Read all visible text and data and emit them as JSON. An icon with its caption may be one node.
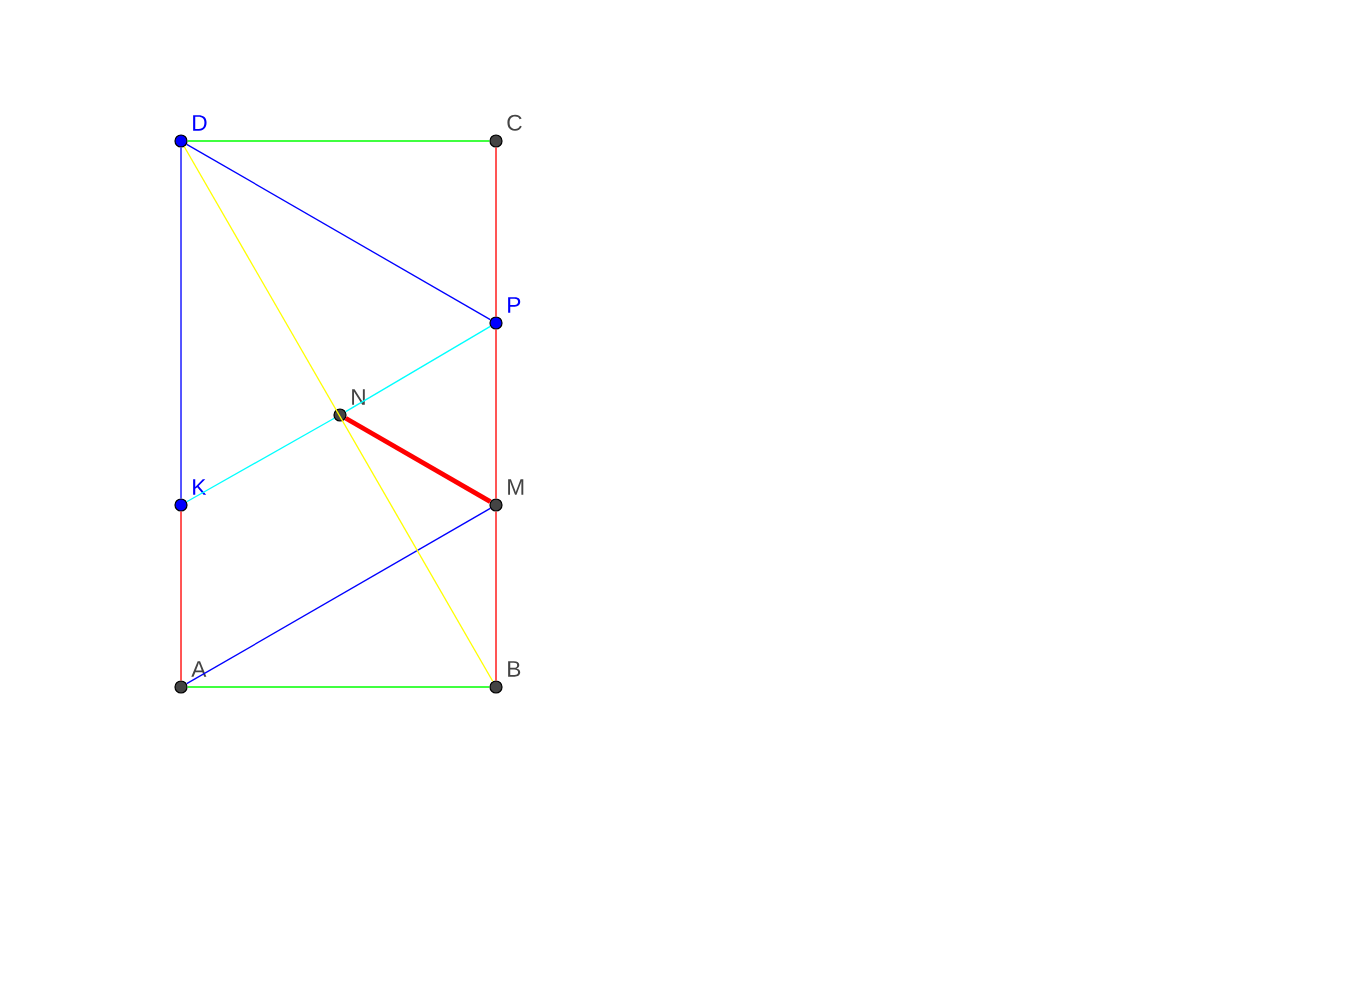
{
  "diagram": {
    "nodes": [
      {
        "text": [],
        "shape": "circle",
        "beside": [
          "D"
        ]
      },
      {
        "text": [],
        "shape": "circle",
        "beside": [
          "C"
        ]
      },
      {
        "text": [],
        "shape": "circle",
        "beside": [
          "P"
        ]
      },
      {
        "text": [],
        "shape": "circle",
        "beside": [
          "N"
        ]
      },
      {
        "text": [],
        "shape": "circle",
        "beside": [
          "K"
        ]
      },
      {
        "text": [],
        "shape": "circle",
        "beside": [
          "M"
        ]
      },
      {
        "text": [],
        "shape": "circle",
        "beside": [
          "A"
        ]
      },
      {
        "text": [],
        "shape": "circle",
        "beside": [
          "B"
        ]
      }
    ],
    "edges": [
      {
        "from": 0,
        "to": 1,
        "arrow": "none",
        "color": "#00ff00"
      },
      {
        "from": 6,
        "to": 7,
        "arrow": "none",
        "color": "#00ff00"
      },
      {
        "from": 0,
        "to": 4,
        "arrow": "none",
        "color": "#0000ff"
      },
      {
        "from": 0,
        "to": 2,
        "arrow": "none",
        "color": "#0000ff"
      },
      {
        "from": 6,
        "to": 5,
        "arrow": "none",
        "color": "#0000ff"
      },
      {
        "from": 1,
        "to": 2,
        "arrow": "none",
        "color": "#ff0000"
      },
      {
        "from": 2,
        "to": 5,
        "arrow": "none",
        "color": "#ff0000"
      },
      {
        "from": 5,
        "to": 7,
        "arrow": "none",
        "color": "#ff0000"
      },
      {
        "from": 4,
        "to": 6,
        "arrow": "none",
        "color": "#ff0000"
      },
      {
        "from": 0,
        "to": 7,
        "arrow": "none",
        "color": "#ffff00"
      },
      {
        "from": 4,
        "to": 3,
        "arrow": "none",
        "color": "#00ffff"
      },
      {
        "from": 3,
        "to": 2,
        "arrow": "none",
        "color": "#00ffff"
      },
      {
        "from": 3,
        "to": 5,
        "arrow": "none",
        "style": "thick",
        "color": "#ff0000"
      }
    ]
  }
}
